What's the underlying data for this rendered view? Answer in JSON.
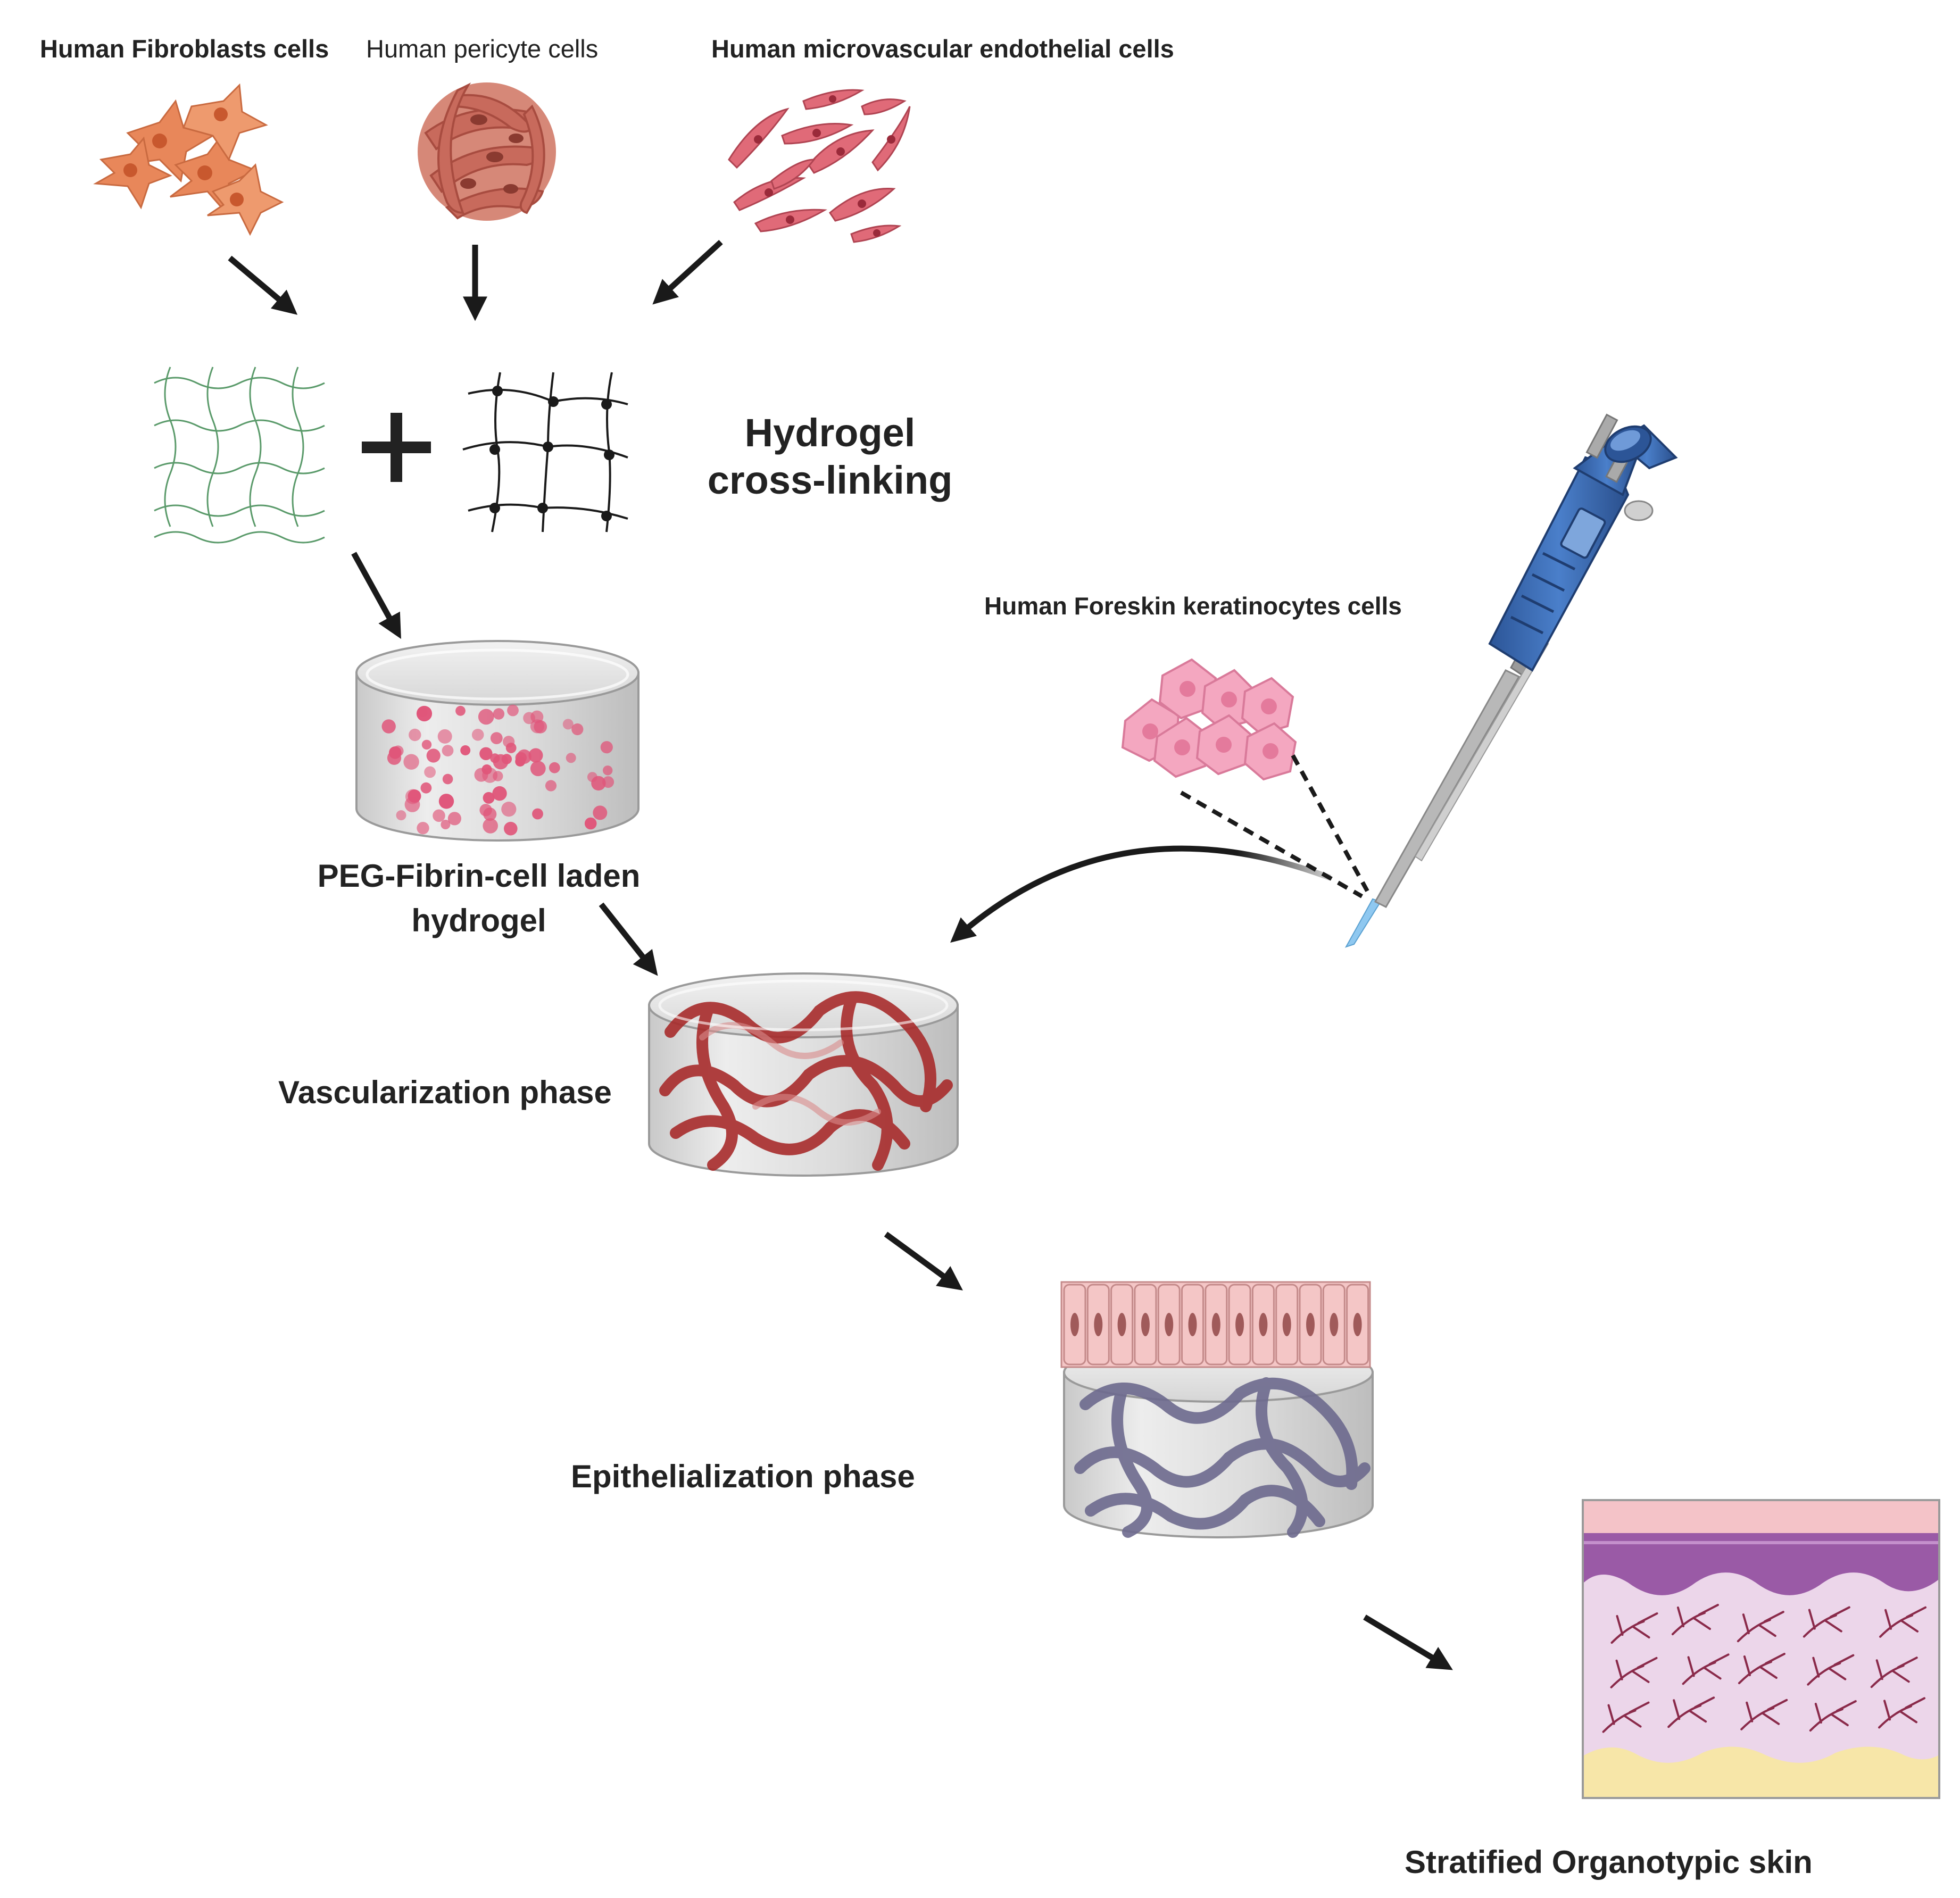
{
  "labels": {
    "fibroblasts": "Human Fibroblasts cells",
    "pericytes": "Human pericyte cells",
    "endothelial": "Human microvascular endothelial cells",
    "hydrogel_line1": "Hydrogel",
    "hydrogel_line2": "cross-linking",
    "keratinocytes": "Human Foreskin keratinocytes cells",
    "peg_line1": "PEG-Fibrin-cell laden",
    "peg_line2": "hydrogel",
    "vascularization": "Vascularization phase",
    "epithelialization": "Epithelialization phase",
    "stratified": "Stratified Organotypic skin"
  },
  "colors": {
    "fibroblast": "#e8875a",
    "pericyte": "#d4776a",
    "endothelial": "#e06a78",
    "keratinocyte": "#f4a7c0",
    "fibrin_mesh": "#5a9a6a",
    "peg_mesh": "#1a1a1a",
    "vessel_red": "#a82c2c",
    "vessel_purple": "#6d6a8e",
    "pipette_blue": "#3a6bb5",
    "epithelium": "#f4c6c6",
    "dermis": "#ecd6ea",
    "epidermis": "#9a5aa6",
    "fat": "#f7e6a8",
    "arrow": "#1a1a1a"
  },
  "icons": [
    "fibroblast-cells-icon",
    "pericyte-cells-icon",
    "endothelial-cells-icon",
    "fibrin-mesh-icon",
    "peg-mesh-icon",
    "plus-icon",
    "hydrogel-dish-icon",
    "vascularized-dish-icon",
    "epithelialized-dish-icon",
    "skin-section-icon",
    "keratinocyte-cells-icon",
    "pipette-icon"
  ]
}
